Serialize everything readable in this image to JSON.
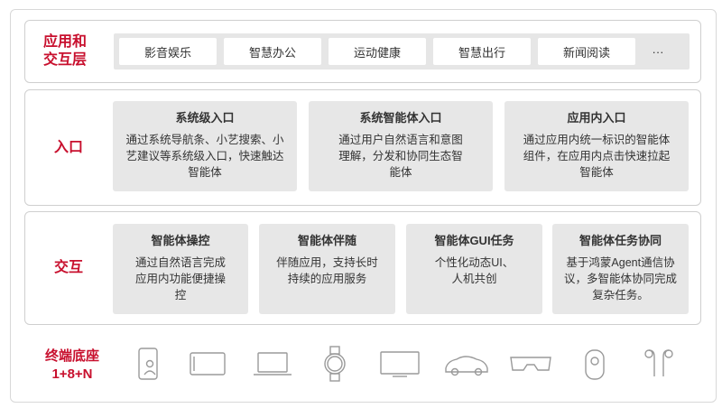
{
  "app_layer": {
    "label": "应用和\n交互层",
    "apps": [
      "影音娱乐",
      "智慧办公",
      "运动健康",
      "智慧出行",
      "新闻阅读"
    ],
    "more": "···"
  },
  "entry_layer": {
    "label": "入口",
    "cards": [
      {
        "title": "系统级入口",
        "desc": "通过系统导航条、小艺搜索、小艺建议等系统级入口，快速触达智能体"
      },
      {
        "title": "系统智能体入口",
        "desc": "通过用户自然语言和意图理解，分发和协同生态智能体"
      },
      {
        "title": "应用内入口",
        "desc": "通过应用内统一标识的智能体组件，在应用内点击快速拉起智能体"
      }
    ]
  },
  "interact_layer": {
    "label": "交互",
    "cards": [
      {
        "title": "智能体操控",
        "desc": "通过自然语言完成应用内功能便捷操控"
      },
      {
        "title": "智能体伴随",
        "desc": "伴随应用，支持长时持续的应用服务"
      },
      {
        "title": "智能体GUI任务",
        "desc": "个性化动态UI、人机共创"
      },
      {
        "title": "智能体任务协同",
        "desc": "基于鸿蒙Agent通信协议，多智能体协同完成复杂任务。"
      }
    ]
  },
  "terminal": {
    "label_line1": "终端底座",
    "label_line2": "1+8+N",
    "devices": [
      "phone-icon",
      "tablet-icon",
      "laptop-icon",
      "watch-icon",
      "tv-icon",
      "car-icon",
      "vr-glasses-icon",
      "speaker-icon",
      "earbuds-icon"
    ]
  },
  "colors": {
    "accent": "#c8102e",
    "card_bg": "#e7e7e7",
    "icon": "#9a9a9a"
  }
}
